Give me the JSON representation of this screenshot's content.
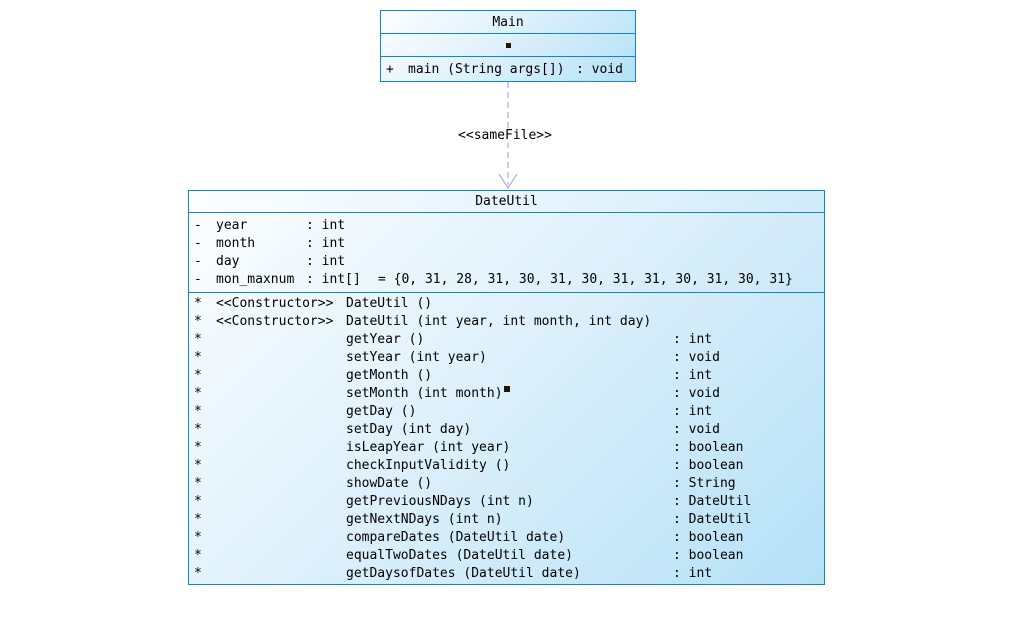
{
  "colors": {
    "border_blue": "#0d86d8",
    "box_fill_light": "#fdfeff",
    "box_fill_dark": "#b5e1f7",
    "arrow_lavender": "#9a9ae2",
    "marker_dark": "#241309",
    "text": "#000000",
    "page_bg": "#ffffff"
  },
  "main_class": {
    "title": "Main",
    "method": {
      "vis": "+",
      "signature": "main (String args[])",
      "ret": ": void"
    }
  },
  "connector": {
    "stereotype_label": "<<sameFile>>",
    "style": "dashed-open-arrow"
  },
  "dateutil_class": {
    "title": "DateUtil",
    "fields": [
      {
        "vis": "-",
        "name": "year",
        "type": ": int",
        "init": ""
      },
      {
        "vis": "-",
        "name": "month",
        "type": ": int",
        "init": ""
      },
      {
        "vis": "-",
        "name": "day",
        "type": ": int",
        "init": ""
      },
      {
        "vis": "-",
        "name": "mon_maxnum",
        "type": ": int[]",
        "init": "= {0, 31, 28, 31, 30, 31, 30, 31, 31, 30, 31, 30, 31}"
      }
    ],
    "methods": [
      {
        "vis": "*",
        "stereotype": "<<Constructor>>",
        "signature": "DateUtil ()",
        "ret": "",
        "cursor": false
      },
      {
        "vis": "*",
        "stereotype": "<<Constructor>>",
        "signature": "DateUtil (int year, int month, int day)",
        "ret": "",
        "cursor": false
      },
      {
        "vis": "*",
        "stereotype": "",
        "signature": "getYear ()",
        "ret": ": int",
        "cursor": false
      },
      {
        "vis": "*",
        "stereotype": "",
        "signature": "setYear (int year)",
        "ret": ": void",
        "cursor": false
      },
      {
        "vis": "*",
        "stereotype": "",
        "signature": "getMonth ()",
        "ret": ": int",
        "cursor": false
      },
      {
        "vis": "*",
        "stereotype": "",
        "signature": "setMonth (int month)",
        "ret": ": void",
        "cursor": true
      },
      {
        "vis": "*",
        "stereotype": "",
        "signature": "getDay ()",
        "ret": ": int",
        "cursor": false
      },
      {
        "vis": "*",
        "stereotype": "",
        "signature": "setDay (int day)",
        "ret": ": void",
        "cursor": false
      },
      {
        "vis": "*",
        "stereotype": "",
        "signature": "isLeapYear (int year)",
        "ret": ": boolean",
        "cursor": false
      },
      {
        "vis": "*",
        "stereotype": "",
        "signature": "checkInputValidity ()",
        "ret": ": boolean",
        "cursor": false
      },
      {
        "vis": "*",
        "stereotype": "",
        "signature": "showDate ()",
        "ret": ": String",
        "cursor": false
      },
      {
        "vis": "*",
        "stereotype": "",
        "signature": "getPreviousNDays (int n)",
        "ret": ": DateUtil",
        "cursor": false
      },
      {
        "vis": "*",
        "stereotype": "",
        "signature": "getNextNDays (int n)",
        "ret": ": DateUtil",
        "cursor": false
      },
      {
        "vis": "*",
        "stereotype": "",
        "signature": "compareDates (DateUtil date)",
        "ret": ": boolean",
        "cursor": false
      },
      {
        "vis": "*",
        "stereotype": "",
        "signature": "equalTwoDates (DateUtil date)",
        "ret": ": boolean",
        "cursor": false
      },
      {
        "vis": "*",
        "stereotype": "",
        "signature": "getDaysofDates (DateUtil date)",
        "ret": ": int",
        "cursor": false
      }
    ]
  }
}
